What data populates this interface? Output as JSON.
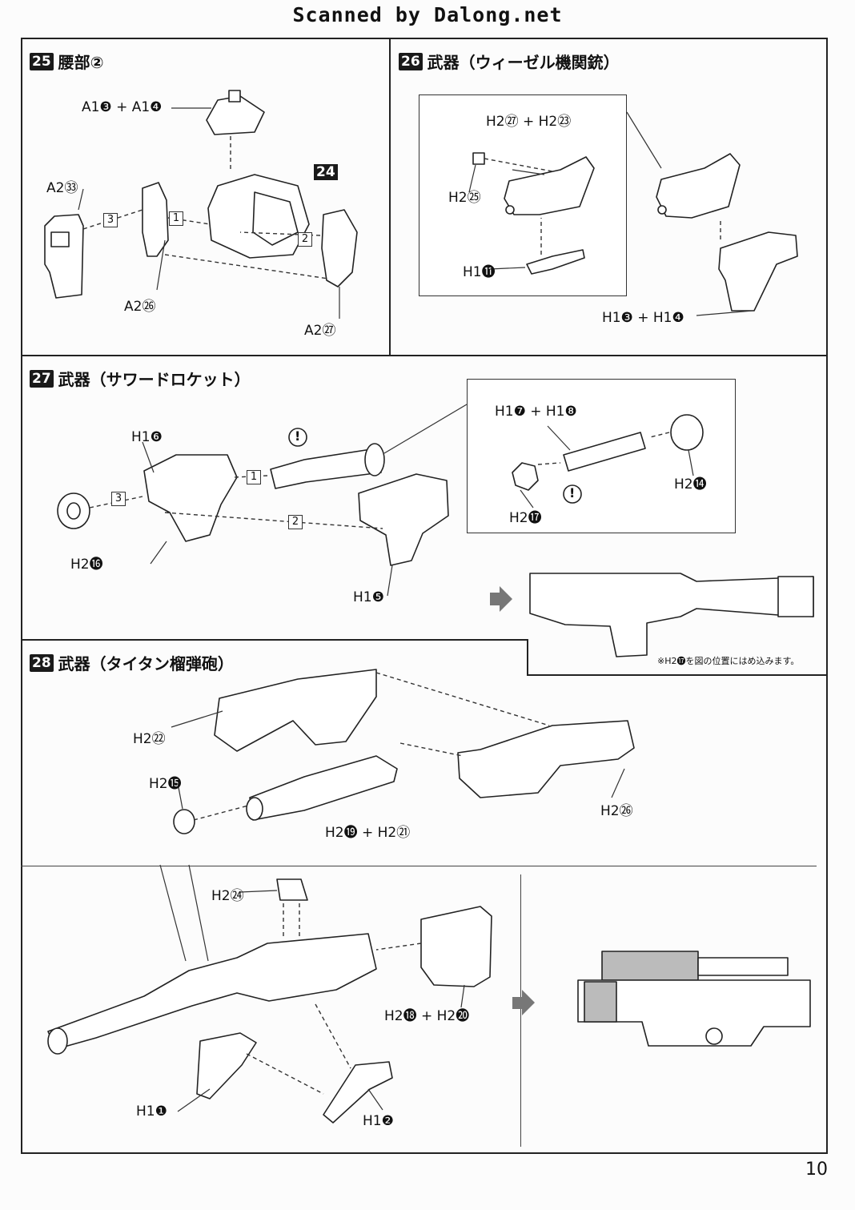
{
  "header": "Scanned by Dalong.net",
  "page_number": "10",
  "steps": {
    "s25": {
      "num": "25",
      "title": "腰部②"
    },
    "s26": {
      "num": "26",
      "title": "武器（ウィーゼル機関銃）"
    },
    "s27": {
      "num": "27",
      "title": "武器（サワードロケット）"
    },
    "s28": {
      "num": "28",
      "title": "武器（タイタン榴弾砲）"
    }
  },
  "labels25": {
    "a13_a14": "A1❸ + A1❹",
    "a233": "A2㉝",
    "a226": "A2㉖",
    "a227": "A2㉗",
    "marker24": "24",
    "b1": "1",
    "b2": "2",
    "b3": "3"
  },
  "labels26": {
    "h227_h223": "H2㉗ + H2㉓",
    "h225": "H2㉕",
    "h111": "H1⓫",
    "h13_h14": "H1❸ + H1❹"
  },
  "labels27": {
    "h16": "H1❻",
    "h216": "H2⓰",
    "h15": "H1❺",
    "h17_h18": "H1❼ + H1❽",
    "h214": "H2⓮",
    "h217": "H2⓱",
    "b1": "1",
    "b2": "2",
    "b3": "3",
    "caution": "!",
    "note": "※H2⓱を図の位置にはめ込みます。"
  },
  "labels28": {
    "h222": "H2㉒",
    "h215": "H2⓯",
    "h219_h221": "H2⓳ + H2㉑",
    "h226": "H2㉖",
    "h224": "H2㉔",
    "h218_h220": "H2⓲ + H2⓴",
    "h11": "H1❶",
    "h12": "H1❷"
  }
}
